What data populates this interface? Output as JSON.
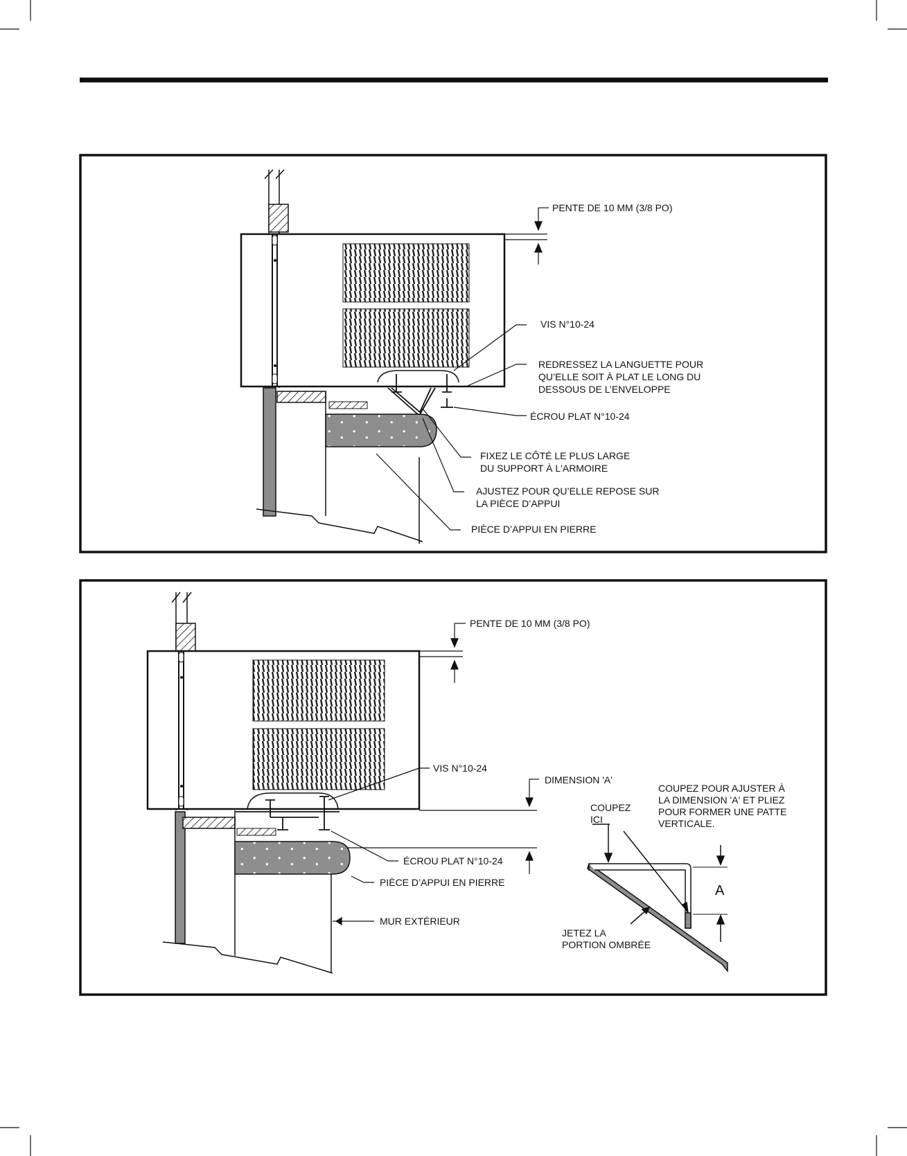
{
  "colors": {
    "ink": "#111111",
    "stone": "#8c8c8c",
    "grille": "#222222"
  },
  "panel1": {
    "pente_label": "PENTE DE 10 MM (3/8 PO)",
    "vis_label": "VIS N°10-24",
    "redressez_lines": [
      "REDRESSEZ LA LANGUETTE POUR",
      "QU’ELLE SOIT À PLAT LE LONG DU",
      "DESSOUS DE L’ENVELOPPE"
    ],
    "ecrou_label": "ÉCROU PLAT N°10-24",
    "fixez_lines": [
      "FIXEZ LE CÔTÉ LE PLUS LARGE",
      "DU SUPPORT À L'ARMOIRE"
    ],
    "ajustez_lines": [
      "AJUSTEZ POUR QU’ELLE REPOSE SUR",
      "LA PIÈCE D’APPUI"
    ],
    "piece_label": "PIÈCE D’APPUI EN PIERRE"
  },
  "panel2": {
    "pente_label": "PENTE DE 10 MM (3/8 PO)",
    "vis_label": "VIS N°10-24",
    "dimension_label": "DIMENSION 'A'",
    "ecrou_label": "ÉCROU PLAT N°10-24",
    "piece_label": "PIÈCE D’APPUI EN PIERRE",
    "mur_label": "MUR EXTÉRIEUR",
    "coupez_pour_lines": [
      "COUPEZ POUR AJUSTER À",
      "LA DIMENSION 'A' ET PLIEZ",
      "POUR FORMER UNE PATTE",
      "VERTICALE."
    ],
    "coupez_ici_lines": [
      "COUPEZ",
      "ICI"
    ],
    "a_label": "A",
    "jetez_lines": [
      "JETEZ LA",
      "PORTION OMBRÉE"
    ]
  }
}
